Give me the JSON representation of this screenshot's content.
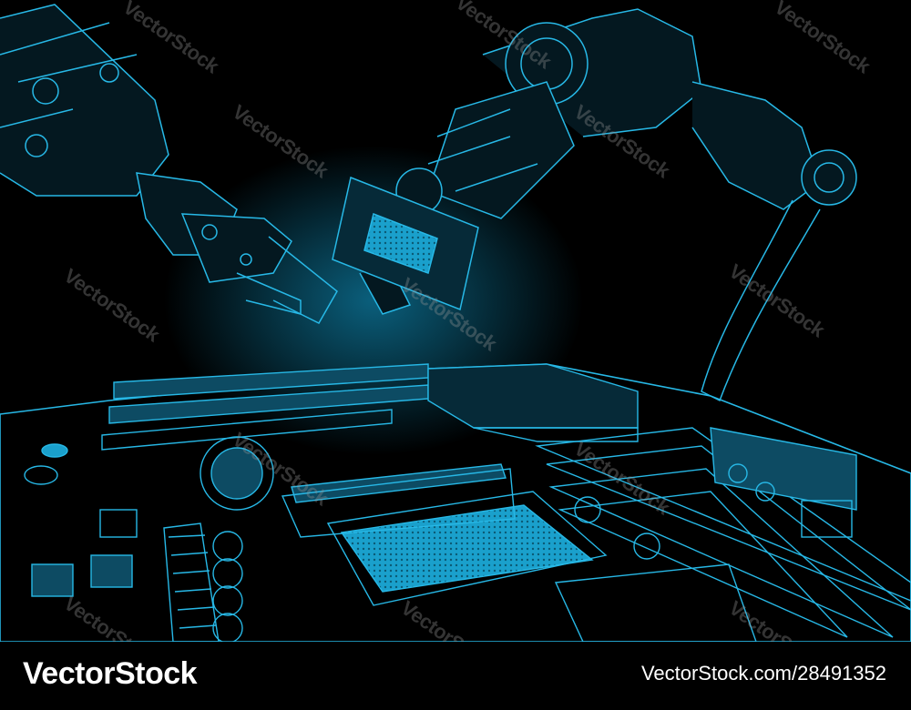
{
  "scene": {
    "subject": "robotic-arms-assembling-motherboard",
    "colors": {
      "background": "#000000",
      "line": "#27b8e6",
      "glow": "#0e7fa6",
      "fill": "#1aa0cc"
    }
  },
  "watermark": {
    "text": "VectorStock"
  },
  "footer": {
    "brand": "VectorStock",
    "credit": "VectorStock.com/28491352"
  }
}
